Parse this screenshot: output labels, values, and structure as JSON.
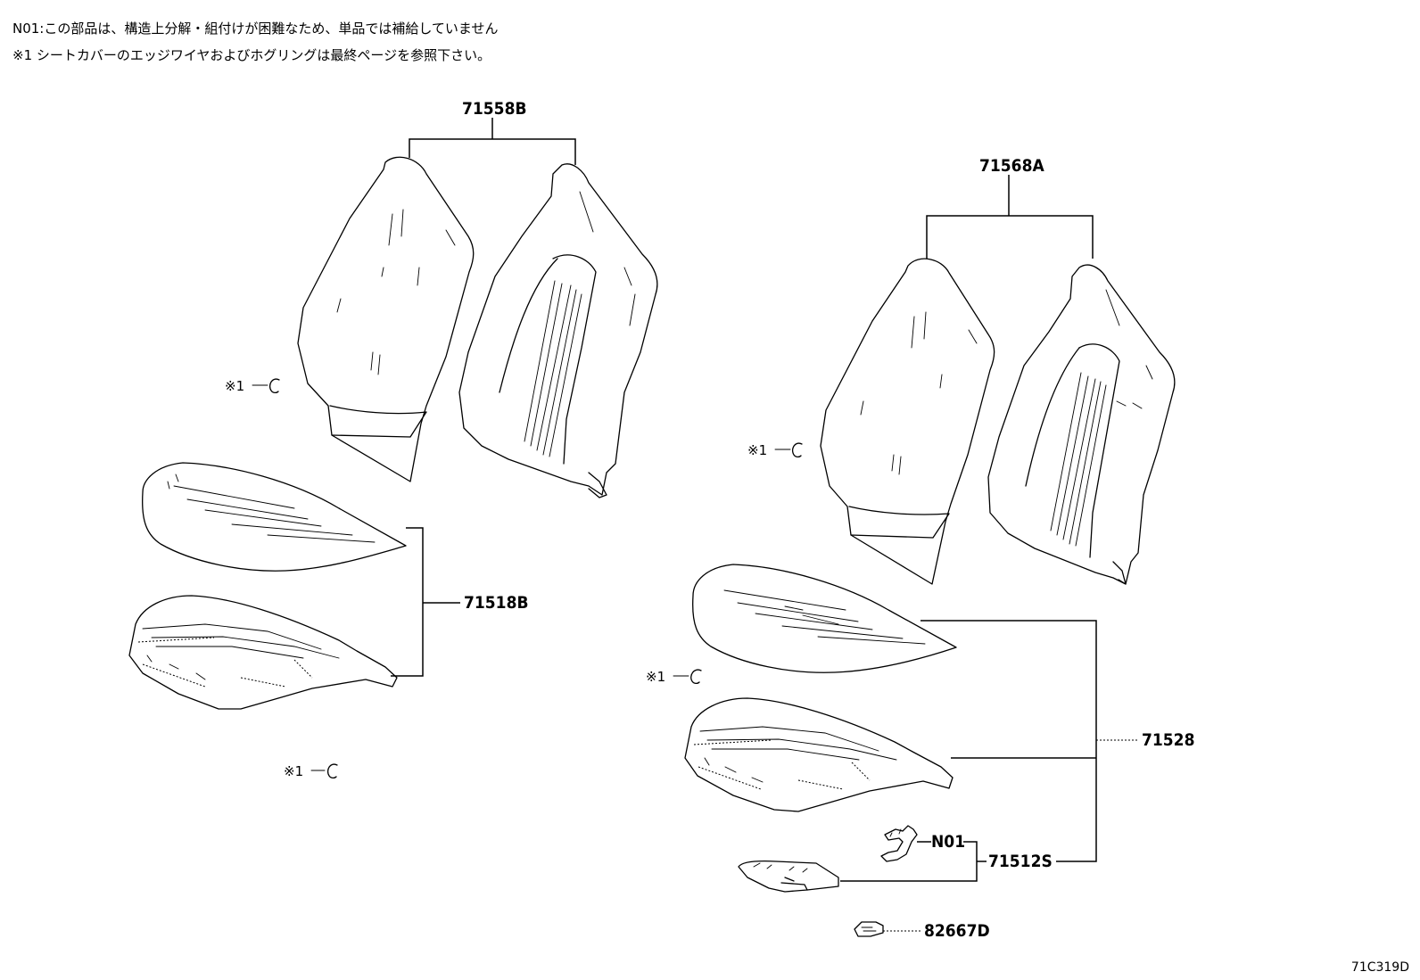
{
  "notes": {
    "line1": "N01:この部品は、構造上分解・組付けが困難なため、単品では補給していません",
    "line2": "※1 シートカバーのエッジワイヤおよびホグリングは最終ページを参照下さい。"
  },
  "part_numbers": {
    "seatback_left": "71558B",
    "seatback_right": "71568A",
    "cushion_left": "71518B",
    "cushion_right": "71528",
    "frame": "71512S",
    "n01": "N01",
    "clip": "82667D"
  },
  "ring_refs": {
    "label": "※1"
  },
  "diagram_id": "71C319D"
}
